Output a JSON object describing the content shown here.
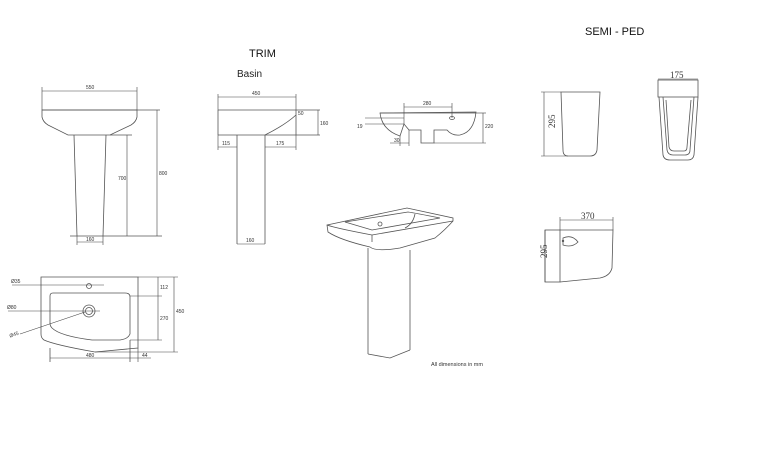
{
  "titles": {
    "trim": "TRIM",
    "basin": "Basin",
    "semi_ped": "SEMI - PED"
  },
  "front_view": {
    "width": "550",
    "pedestal_height": "700",
    "total_height": "800",
    "pedestal_width": "160"
  },
  "side_view": {
    "depth": "450",
    "radius": "50",
    "basin_height": "160",
    "front_offset": "115",
    "back_offset": "175",
    "pedestal_width": "160"
  },
  "section_view": {
    "tap_to_waste": "280",
    "rim": "19",
    "overflow": "30",
    "height": "220"
  },
  "plan_view": {
    "tap_hole": "Ø35",
    "waste_hole": "Ø80",
    "overflow_hole": "Ø45",
    "back_to_bowl": "112",
    "bowl_depth": "270",
    "overall_depth": "450",
    "bowl_width": "480",
    "edge": "44"
  },
  "semi_ped": {
    "front_height": "295",
    "front_width": "175",
    "side_width": "370",
    "side_height": "295"
  },
  "note": "All dimensions in mm"
}
